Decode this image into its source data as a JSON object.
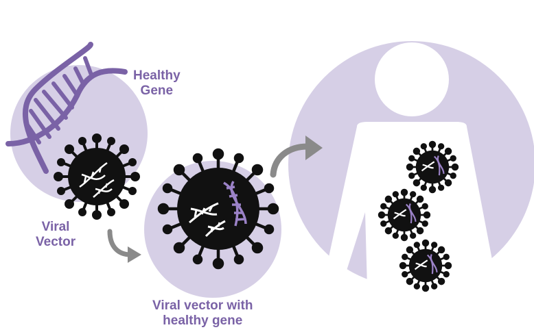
{
  "labels": {
    "healthy_gene": [
      "Healthy",
      "Gene"
    ],
    "viral_vector": [
      "Viral",
      "Vector"
    ],
    "viral_vector_with_gene": [
      "Viral vector with",
      "healthy gene"
    ]
  },
  "colors": {
    "lavender": "#d6cfe6",
    "purple": "#7a62a6",
    "virus_black": "#111111",
    "arrow_gray": "#8a8a8a",
    "white": "#ffffff"
  },
  "icons": {
    "dna": "dna-double-helix-icon",
    "virus": "virus-icon",
    "person": "person-silhouette-icon",
    "arrow": "curved-arrow-icon"
  }
}
